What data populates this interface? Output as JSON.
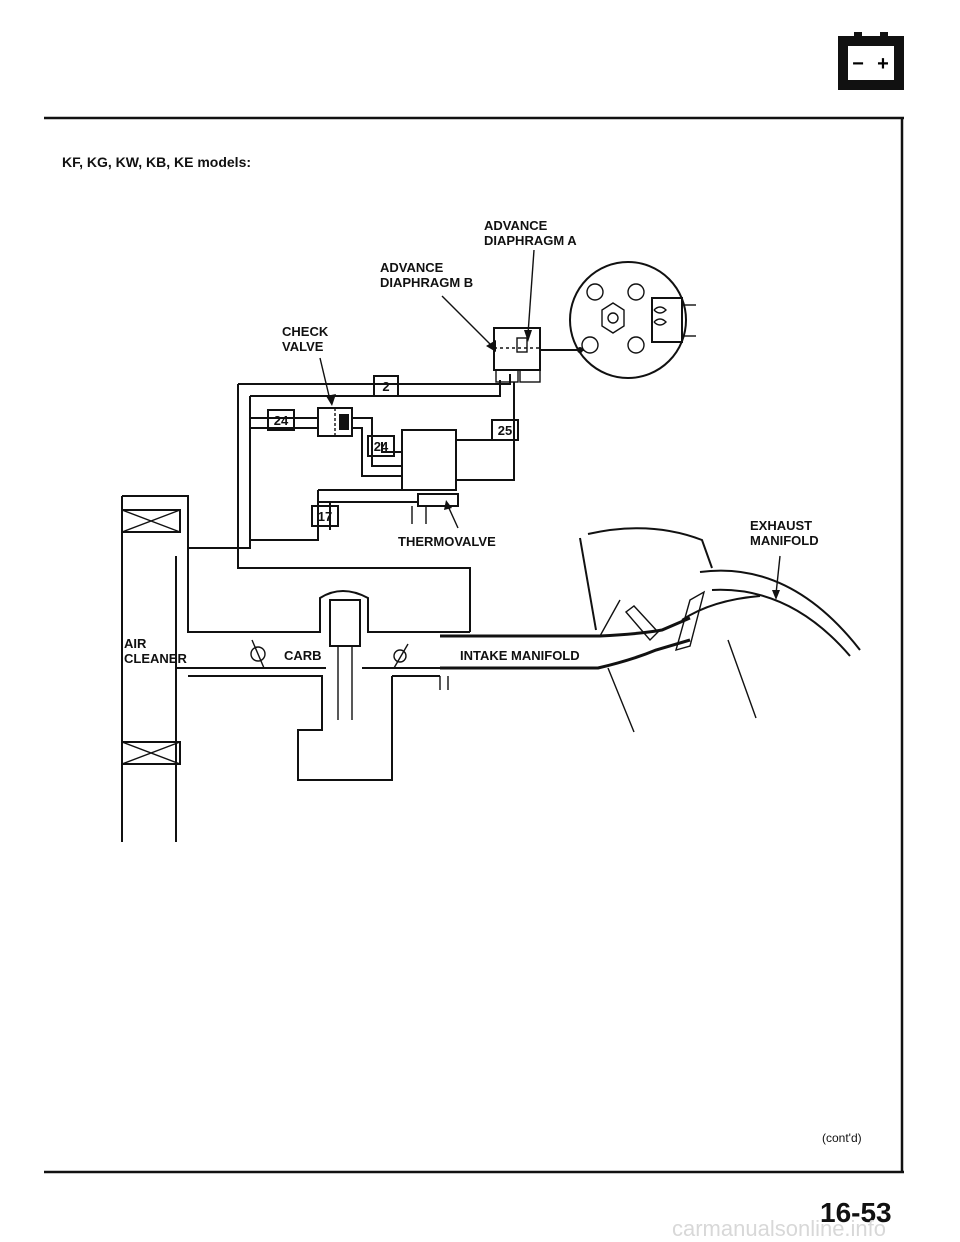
{
  "header": {
    "models_heading": "KF, KG, KW, KB, KE models:"
  },
  "labels": {
    "advance_diaphragm_a": [
      "ADVANCE",
      "DIAPHRAGM A"
    ],
    "advance_diaphragm_b": [
      "ADVANCE",
      "DIAPHRAGM B"
    ],
    "check_valve": [
      "CHECK",
      "VALVE"
    ],
    "thermovalve": "THERMOVALVE",
    "exhaust_manifold": [
      "EXHAUST",
      "MANIFOLD"
    ],
    "air_cleaner": [
      "AIR",
      "CLEANER"
    ],
    "carb": "CARB",
    "intake_manifold": "INTAKE MANIFOLD"
  },
  "hose_numbers": {
    "h2": "2",
    "h24a": "24",
    "h24b": "24",
    "h25": "25",
    "h17": "17"
  },
  "battery_icon": {
    "minus": "−",
    "plus": "+"
  },
  "footer": {
    "contd": "(cont'd)",
    "page_number": "16-53",
    "watermark": "carmanualsonline.info"
  }
}
